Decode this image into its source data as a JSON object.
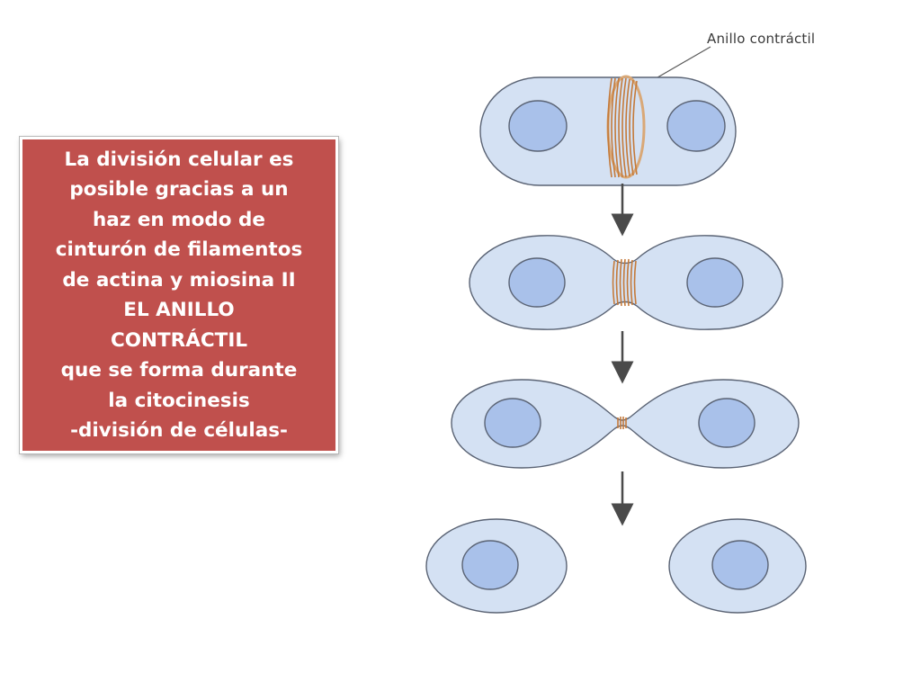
{
  "info_box": {
    "lines": [
      "La división celular es",
      "posible gracias a un",
      "haz en modo de",
      "cinturón de filamentos",
      "de actina y miosina II",
      "EL ANILLO",
      "CONTRÁCTIL",
      "que se forma durante",
      "la citocinesis",
      "-división de células-"
    ]
  },
  "diagram": {
    "callout_label": "Anillo contráctil",
    "stages": [
      "ring-formed",
      "constricting",
      "nearly-divided",
      "two-daughter-cells"
    ],
    "colors": {
      "cell_fill": "#d4e1f3",
      "cell_outline": "#5a6374",
      "nucleus_fill": "#a9c1ea",
      "ring": "#c47a3a",
      "arrow": "#4a4a4a"
    }
  }
}
